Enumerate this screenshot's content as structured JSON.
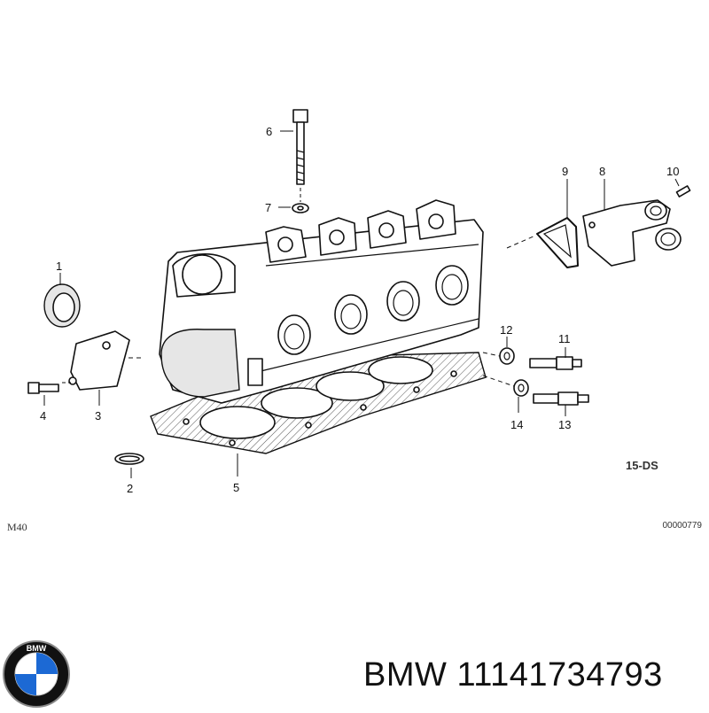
{
  "diagram": {
    "callouts": [
      {
        "id": "c1",
        "text": "1"
      },
      {
        "id": "c2",
        "text": "2"
      },
      {
        "id": "c3",
        "text": "3"
      },
      {
        "id": "c4",
        "text": "4"
      },
      {
        "id": "c5",
        "text": "5"
      },
      {
        "id": "c6",
        "text": "6"
      },
      {
        "id": "c7",
        "text": "7"
      },
      {
        "id": "c8",
        "text": "8"
      },
      {
        "id": "c9",
        "text": "9"
      },
      {
        "id": "c10",
        "text": "10"
      },
      {
        "id": "c11",
        "text": "11"
      },
      {
        "id": "c12",
        "text": "12"
      },
      {
        "id": "c13",
        "text": "13"
      },
      {
        "id": "c14",
        "text": "14"
      }
    ],
    "variant_label": "15-DS",
    "model_label": "M40",
    "drawing_code": "00000779"
  },
  "footer": {
    "brand": "BMW",
    "part_number": "11141734793",
    "logo_text": "BMW"
  },
  "colors": {
    "ink": "#111111",
    "logo_blue": "#1c69d4",
    "logo_ring": "#111111"
  }
}
